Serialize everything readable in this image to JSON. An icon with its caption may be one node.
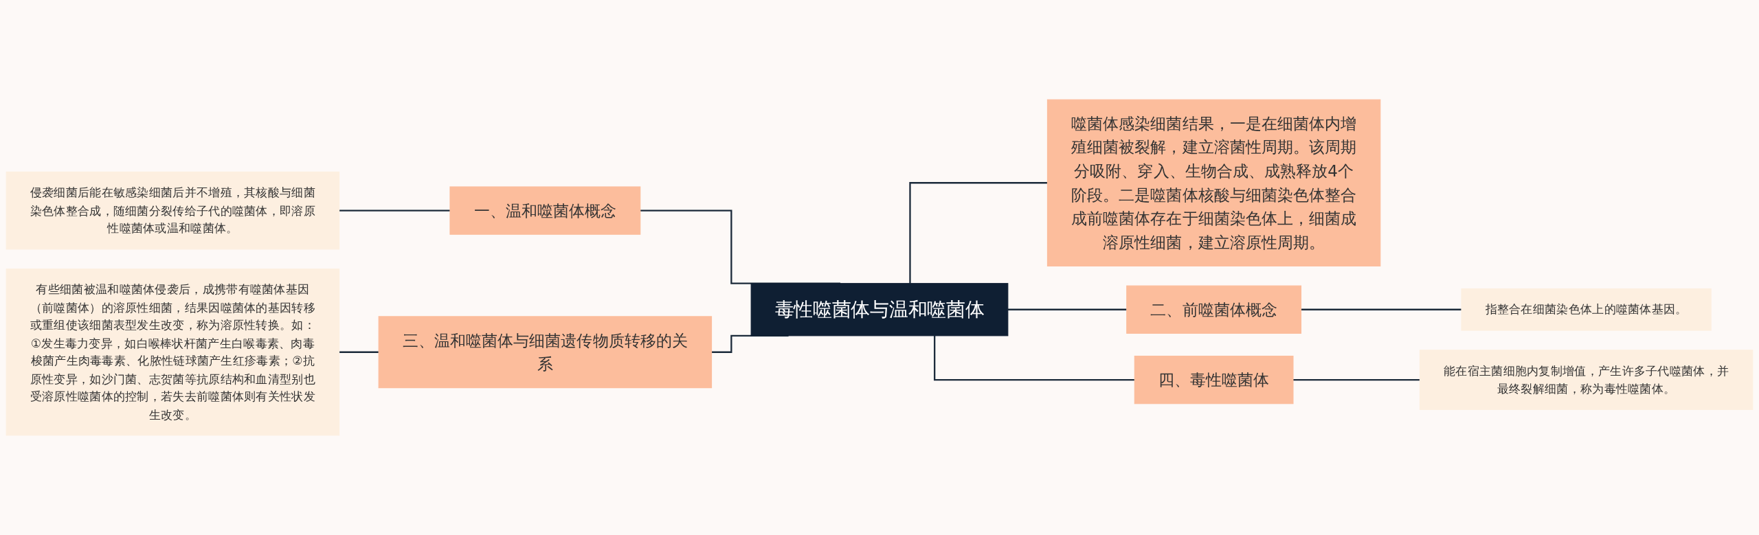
{
  "diagram": {
    "nodes": [
      {
        "text": [
          "毒性噬菌体与温和噬菌体"
        ]
      },
      {
        "text": [
          "一、温和噬菌体概念"
        ]
      },
      {
        "text": [
          "侵袭细菌后能在敏感染细菌后并不增殖，其核酸与细菌染色体整合成，随细菌分裂传给子代的噬菌体，即溶原性噬菌体或温和噬菌体。"
        ]
      },
      {
        "text": [
          "三、温和噬菌体与细菌遗传物质转移的关系"
        ]
      },
      {
        "text": [
          "有些细菌被温和噬菌体侵袭后，成携带有噬菌体基因（前噬菌体）的溶原性细菌，结果因噬菌体的基因转移或重组使该细菌表型发生改变，称为溶原性转换。如：①发生毒力变异，如白喉棒状杆菌产生白喉毒素、肉毒梭菌产生肉毒毒素、化脓性链球菌产生红疹毒素；②抗原性变异，如沙门菌、志贺菌等抗原结构和血清型别也受溶原性噬菌体的控制，若失去前噬菌体则有关性状发生改变。"
        ]
      },
      {
        "text": [
          "噬菌体感染细菌结果，一是在细菌体内增殖细菌被裂解，建立溶菌性周期。该周期分吸附、穿入、生物合成、成熟释放4个阶段。二是噬菌体核酸与细菌染色体整合成前噬菌体存在于细菌染色体上，细菌成溶原性细菌，建立溶原性周期。"
        ]
      },
      {
        "text": [
          "二、前噬菌体概念"
        ]
      },
      {
        "text": [
          "指整合在细菌染色体上的噬菌体基因。"
        ]
      },
      {
        "text": [
          "四、毒性噬菌体"
        ]
      },
      {
        "text": [
          "能在宿主菌细胞内复制增值，产生许多子代噬菌体，并最终裂解细菌，称为毒性噬菌体。"
        ]
      }
    ],
    "edges": [
      {
        "from": 2,
        "to": 1,
        "arrow": "none"
      },
      {
        "from": 1,
        "to": 0,
        "arrow": "none"
      },
      {
        "from": 4,
        "to": 3,
        "arrow": "none"
      },
      {
        "from": 3,
        "to": 0,
        "arrow": "none"
      },
      {
        "from": 0,
        "to": 5,
        "arrow": "none"
      },
      {
        "from": 0,
        "to": 6,
        "arrow": "none"
      },
      {
        "from": 6,
        "to": 7,
        "arrow": "none"
      },
      {
        "from": 0,
        "to": 8,
        "arrow": "none"
      },
      {
        "from": 8,
        "to": 9,
        "arrow": "none"
      }
    ]
  }
}
